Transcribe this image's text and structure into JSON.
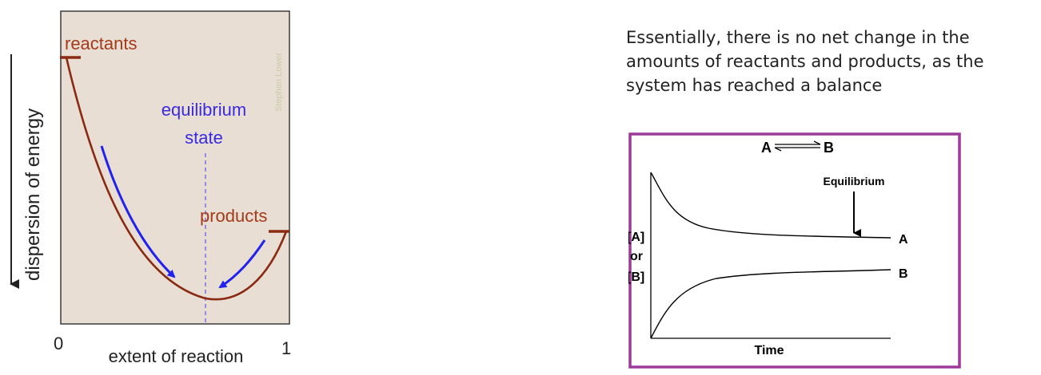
{
  "energy_diagram": {
    "reactants_label": "reactants",
    "products_label": "products",
    "equilibrium_label_line1": "equilibrium",
    "equilibrium_label_line2": "state",
    "y_axis_label": "dispersion of energy",
    "x_axis_label": "extent of reaction",
    "x_tick_start": "0",
    "x_tick_end": "1",
    "credit": "Stephen Lower",
    "colors": {
      "panel_background": "#e9ded3",
      "curve": "#8b2a12",
      "label_brown": "#a33a1a",
      "arrows": "#2222ee",
      "equilibrium_text": "#3a2ae0",
      "dashed_line": "#7b6fe8",
      "credit_text": "#c9c9a8"
    }
  },
  "description": {
    "text": "Essentially, there is no net change in the amounts of reactants and products, as the system has reached a balance"
  },
  "equilibrium_chart": {
    "reaction_left": "A",
    "reaction_right": "B",
    "equilibrium_label": "Equilibrium",
    "y_label_line1": "[A]",
    "y_label_line2": "or",
    "y_label_line3": "[B]",
    "x_label": "Time",
    "series_a_label": "A",
    "series_b_label": "B",
    "colors": {
      "frame": "#9b3a9b",
      "curves": "#000000"
    }
  }
}
